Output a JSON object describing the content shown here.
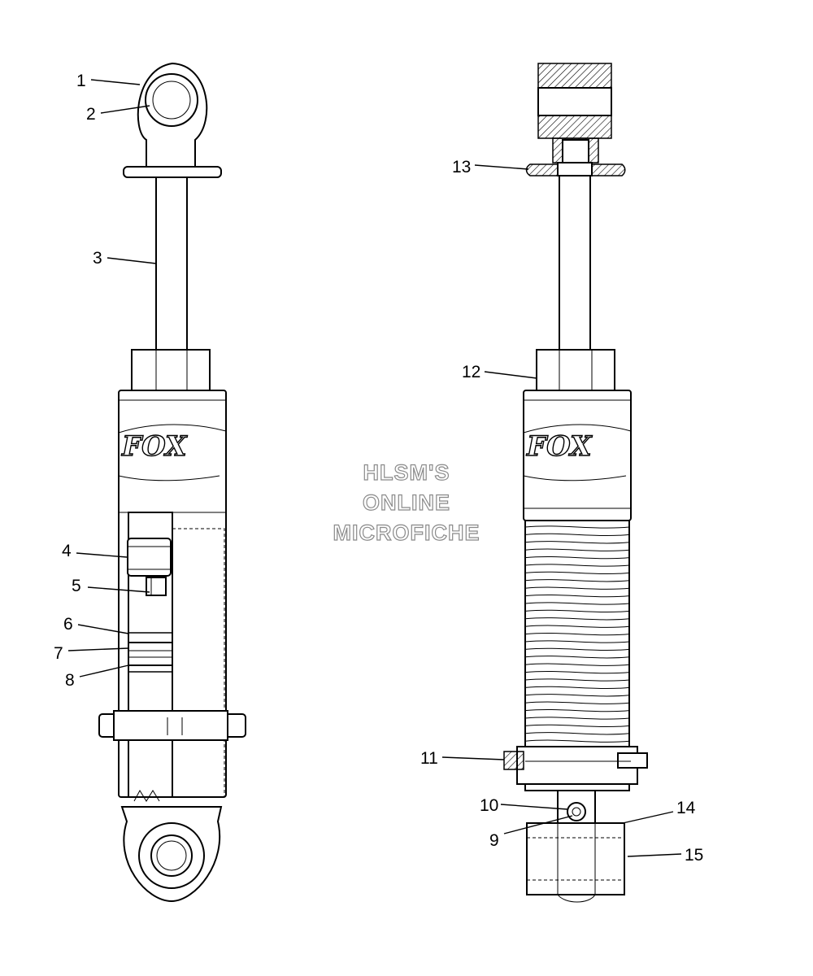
{
  "callouts": [
    {
      "num": "1",
      "part": 1
    },
    {
      "num": "2",
      "part": 2
    },
    {
      "num": "3",
      "part": 3
    },
    {
      "num": "4",
      "part": 4
    },
    {
      "num": "5",
      "part": 5
    },
    {
      "num": "6",
      "part": 6
    },
    {
      "num": "7",
      "part": 7
    },
    {
      "num": "8",
      "part": 8
    },
    {
      "num": "9",
      "part": 9
    },
    {
      "num": "10",
      "part": 10
    },
    {
      "num": "11",
      "part": 11
    },
    {
      "num": "12",
      "part": 12
    },
    {
      "num": "13",
      "part": 13
    },
    {
      "num": "14",
      "part": 14
    },
    {
      "num": "15",
      "part": 15
    }
  ],
  "watermark": {
    "line1": "HLSM'S",
    "line2": "ONLINE",
    "line3": "MICROFICHE"
  },
  "logo_text": "FOX"
}
